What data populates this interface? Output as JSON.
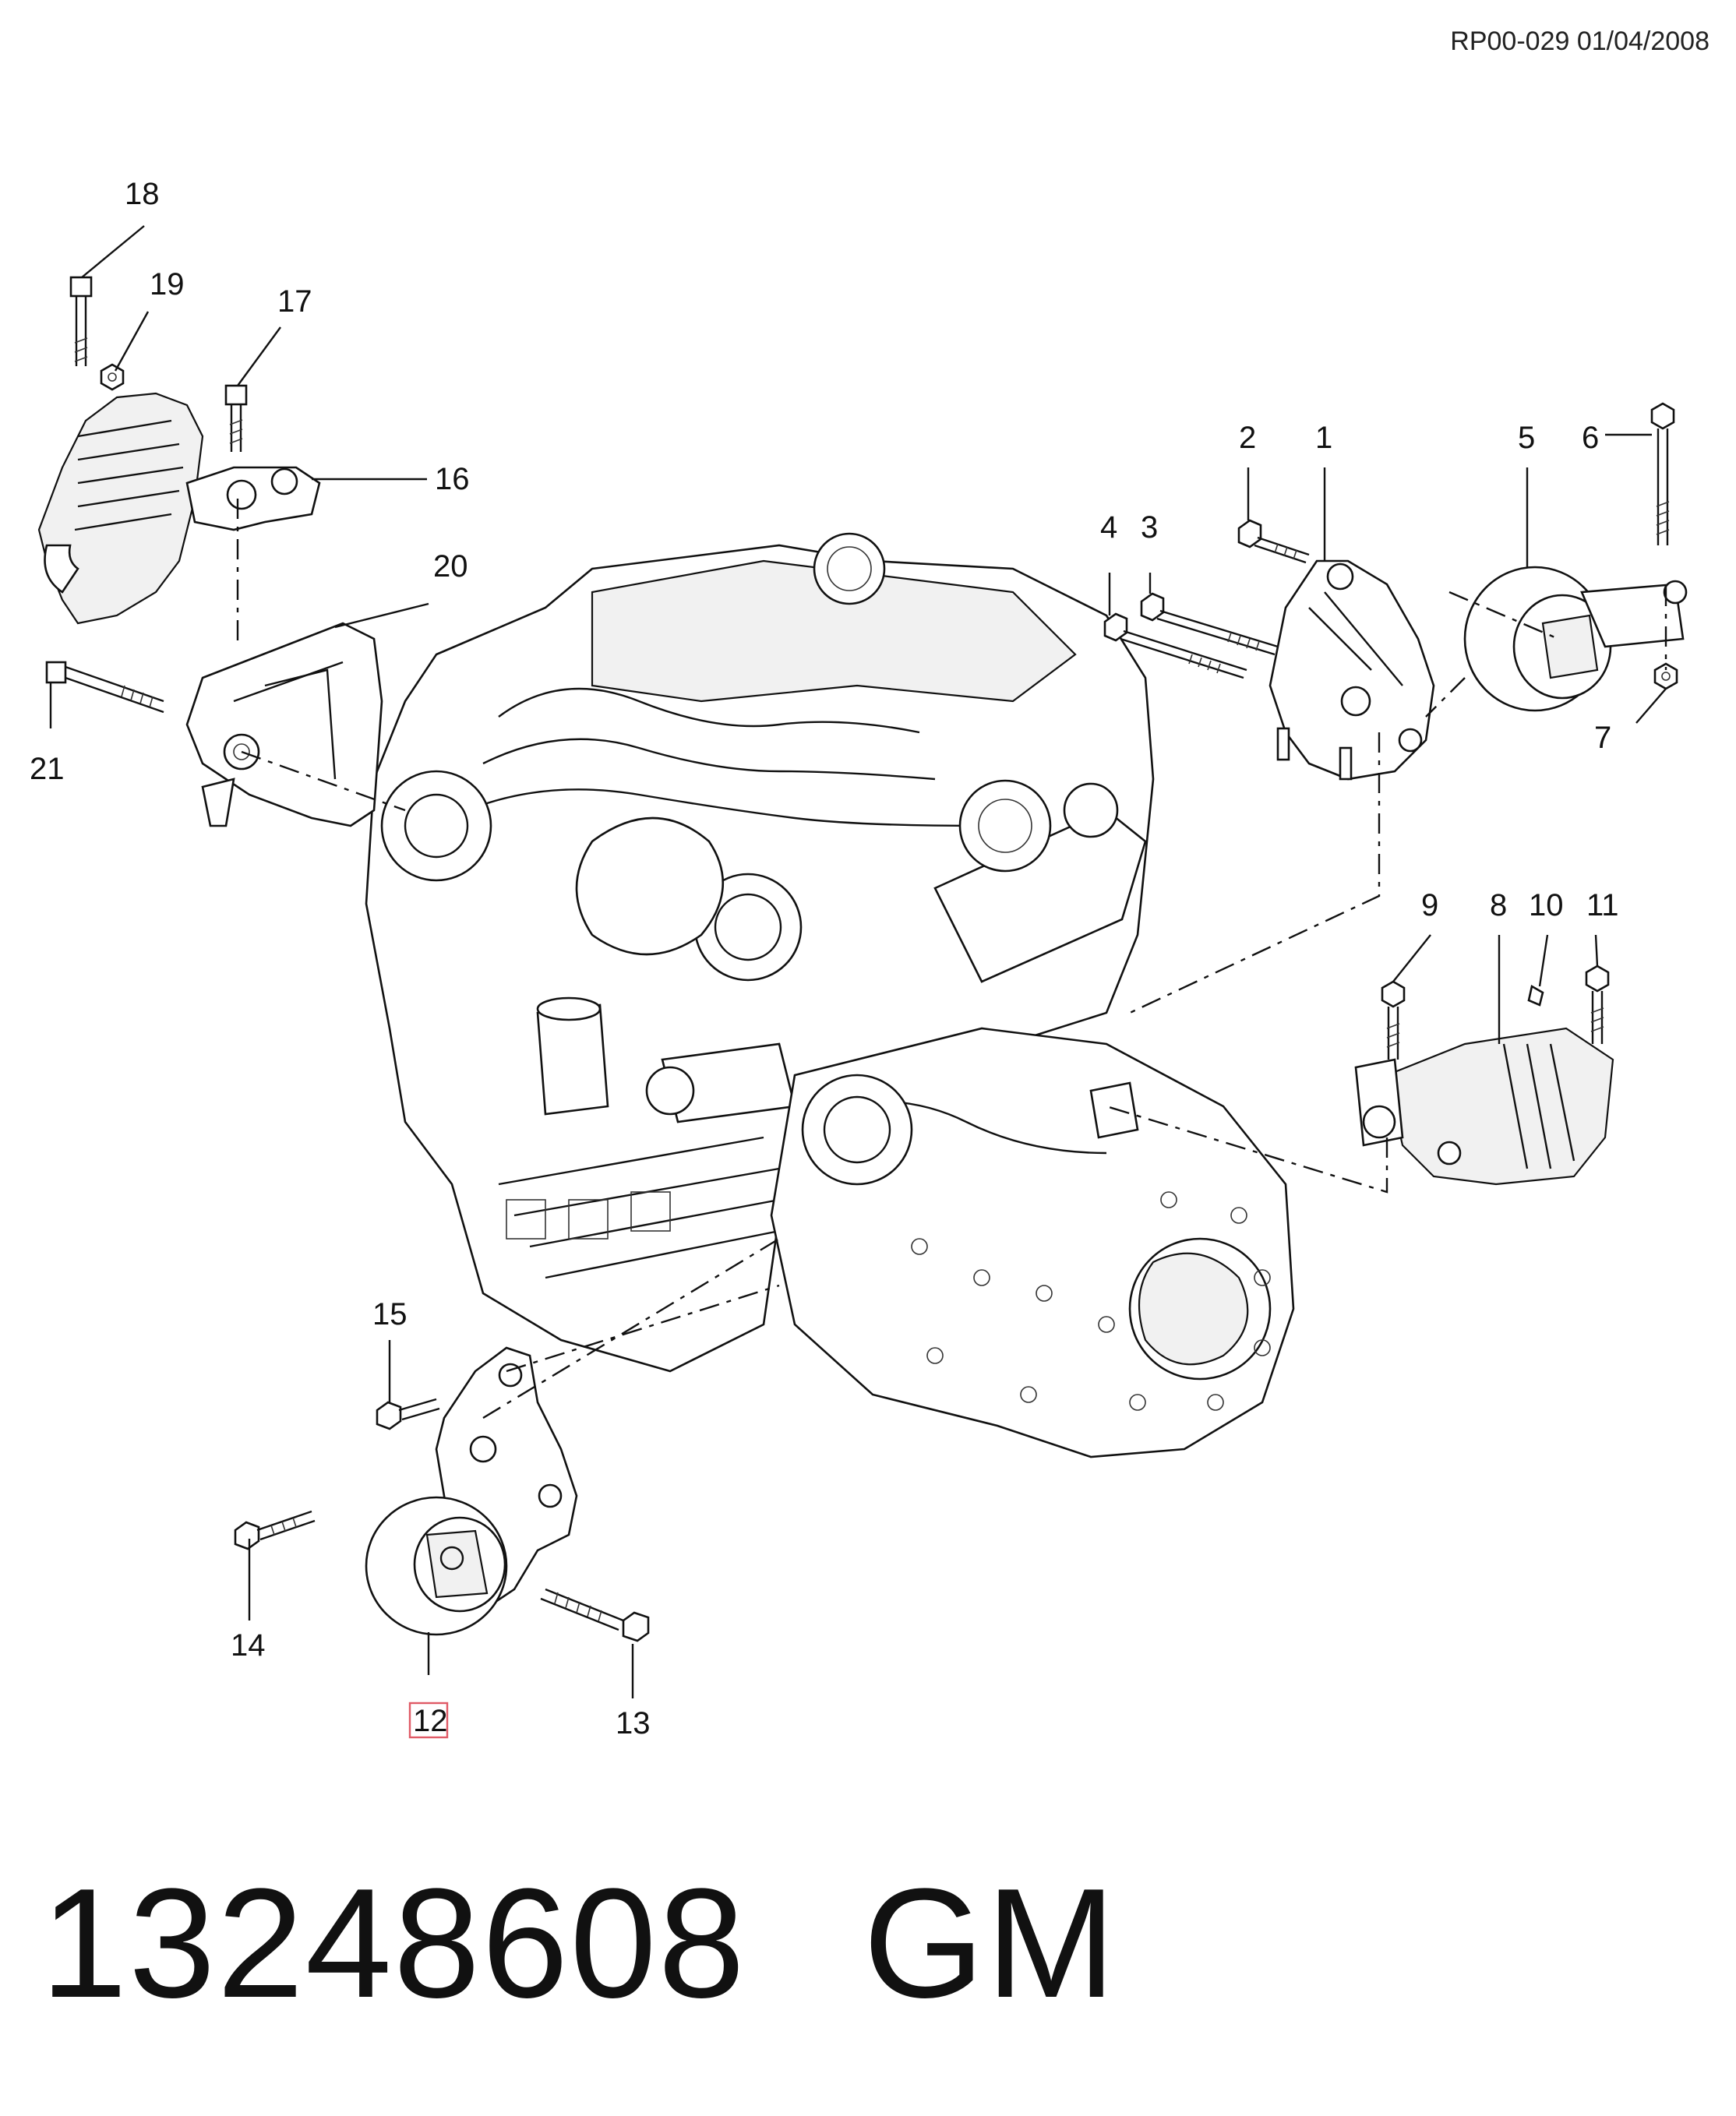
{
  "doc_ref": "RP00-029 01/04/2008",
  "part_number": "13248608",
  "brand": "GM",
  "highlighted_callout": "12",
  "highlight_color": "#e05a66",
  "callouts": {
    "c1": "1",
    "c2": "2",
    "c3": "3",
    "c4": "4",
    "c5": "5",
    "c6": "6",
    "c7": "7",
    "c8": "8",
    "c9": "9",
    "c10": "10",
    "c11": "11",
    "c12": "12",
    "c13": "13",
    "c14": "14",
    "c15": "15",
    "c16": "16",
    "c17": "17",
    "c18": "18",
    "c19": "19",
    "c20": "20",
    "c21": "21"
  }
}
